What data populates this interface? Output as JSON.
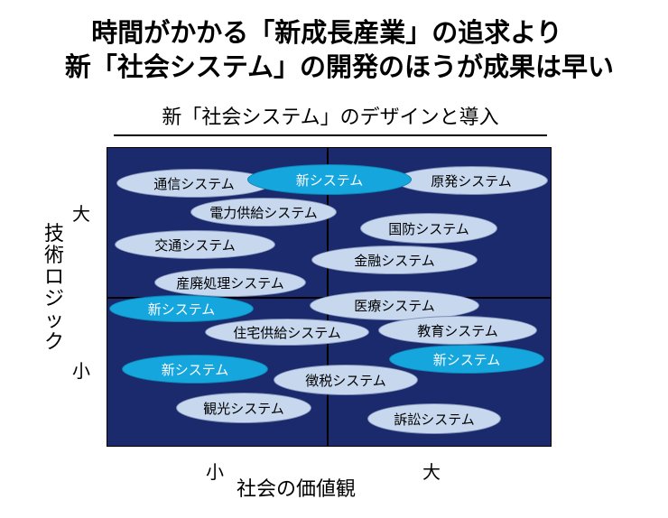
{
  "title": {
    "line1": "時間がかかる「新成長産業」の追求より",
    "line2": "新「社会システム」の開発のほうが成果は早い"
  },
  "diagram": {
    "subtitle": "新「社会システム」のデザインと導入",
    "y_axis": {
      "label": "技術ロジック",
      "high": "大",
      "low": "小"
    },
    "x_axis": {
      "label": "社会の価値観",
      "low": "小",
      "high": "大"
    },
    "systems": [
      {
        "label": "通信システム",
        "kind": "existing"
      },
      {
        "label": "新システム",
        "kind": "new"
      },
      {
        "label": "原発システム",
        "kind": "existing"
      },
      {
        "label": "電力供給システム",
        "kind": "existing"
      },
      {
        "label": "国防システム",
        "kind": "existing"
      },
      {
        "label": "交通システム",
        "kind": "existing"
      },
      {
        "label": "金融システム",
        "kind": "existing"
      },
      {
        "label": "産廃処理システム",
        "kind": "existing"
      },
      {
        "label": "新システム",
        "kind": "new"
      },
      {
        "label": "医療システム",
        "kind": "existing"
      },
      {
        "label": "住宅供給システム",
        "kind": "existing"
      },
      {
        "label": "教育システム",
        "kind": "existing"
      },
      {
        "label": "新システム",
        "kind": "new"
      },
      {
        "label": "新システム",
        "kind": "new"
      },
      {
        "label": "徴税システム",
        "kind": "existing"
      },
      {
        "label": "観光システム",
        "kind": "existing"
      },
      {
        "label": "訴訟システム",
        "kind": "existing"
      }
    ],
    "colors": {
      "background": "#1a2a6c",
      "existing_oval": "#c6d7ee",
      "new_oval": "#15a6dd"
    }
  }
}
